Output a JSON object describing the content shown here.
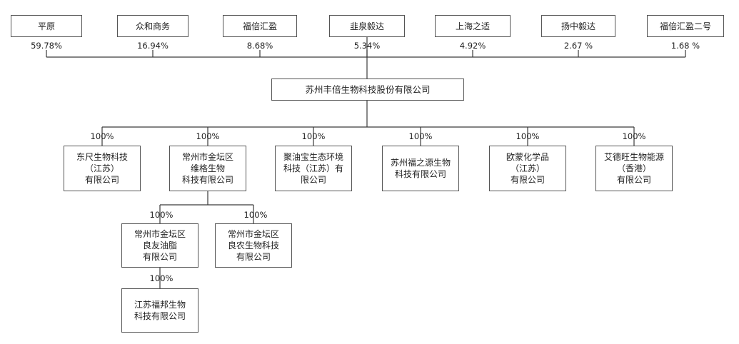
{
  "shareholders": [
    {
      "name": "平原",
      "pct": "59.78%"
    },
    {
      "name": "众和商务",
      "pct": "16.94%"
    },
    {
      "name": "福倍汇盈",
      "pct": "8.68%"
    },
    {
      "name": "韭泉毅达",
      "pct": "5.34%"
    },
    {
      "name": "上海之适",
      "pct": "4.92%"
    },
    {
      "name": "扬中毅达",
      "pct": "2.67 %"
    },
    {
      "name": "福倍汇盈二号",
      "pct": "1.68 %"
    }
  ],
  "company": {
    "name": "苏州丰倍生物科技股份有限公司"
  },
  "subsidiaries": [
    {
      "name": "东尺生物科技\n（江苏）\n有限公司",
      "pct": "100%"
    },
    {
      "name": "常州市金坛区\n维格生物\n科技有限公司",
      "pct": "100%"
    },
    {
      "name": "聚油宝生态环境\n科技（江苏）有\n限公司",
      "pct": "100%"
    },
    {
      "name": "苏州福之源生物\n科技有限公司",
      "pct": "100%"
    },
    {
      "name": "欧蒙化学品\n（江苏）\n有限公司",
      "pct": "100%"
    },
    {
      "name": "艾德旺生物能源\n（香港）\n有限公司",
      "pct": "100%"
    }
  ],
  "second_level": [
    {
      "name": "常州市金坛区\n良友油脂\n有限公司",
      "pct": "100%"
    },
    {
      "name": "常州市金坛区\n良农生物科技\n有限公司",
      "pct": "100%"
    }
  ],
  "third_level": [
    {
      "name": "江苏福邦生物\n科技有限公司",
      "pct": "100%"
    }
  ]
}
